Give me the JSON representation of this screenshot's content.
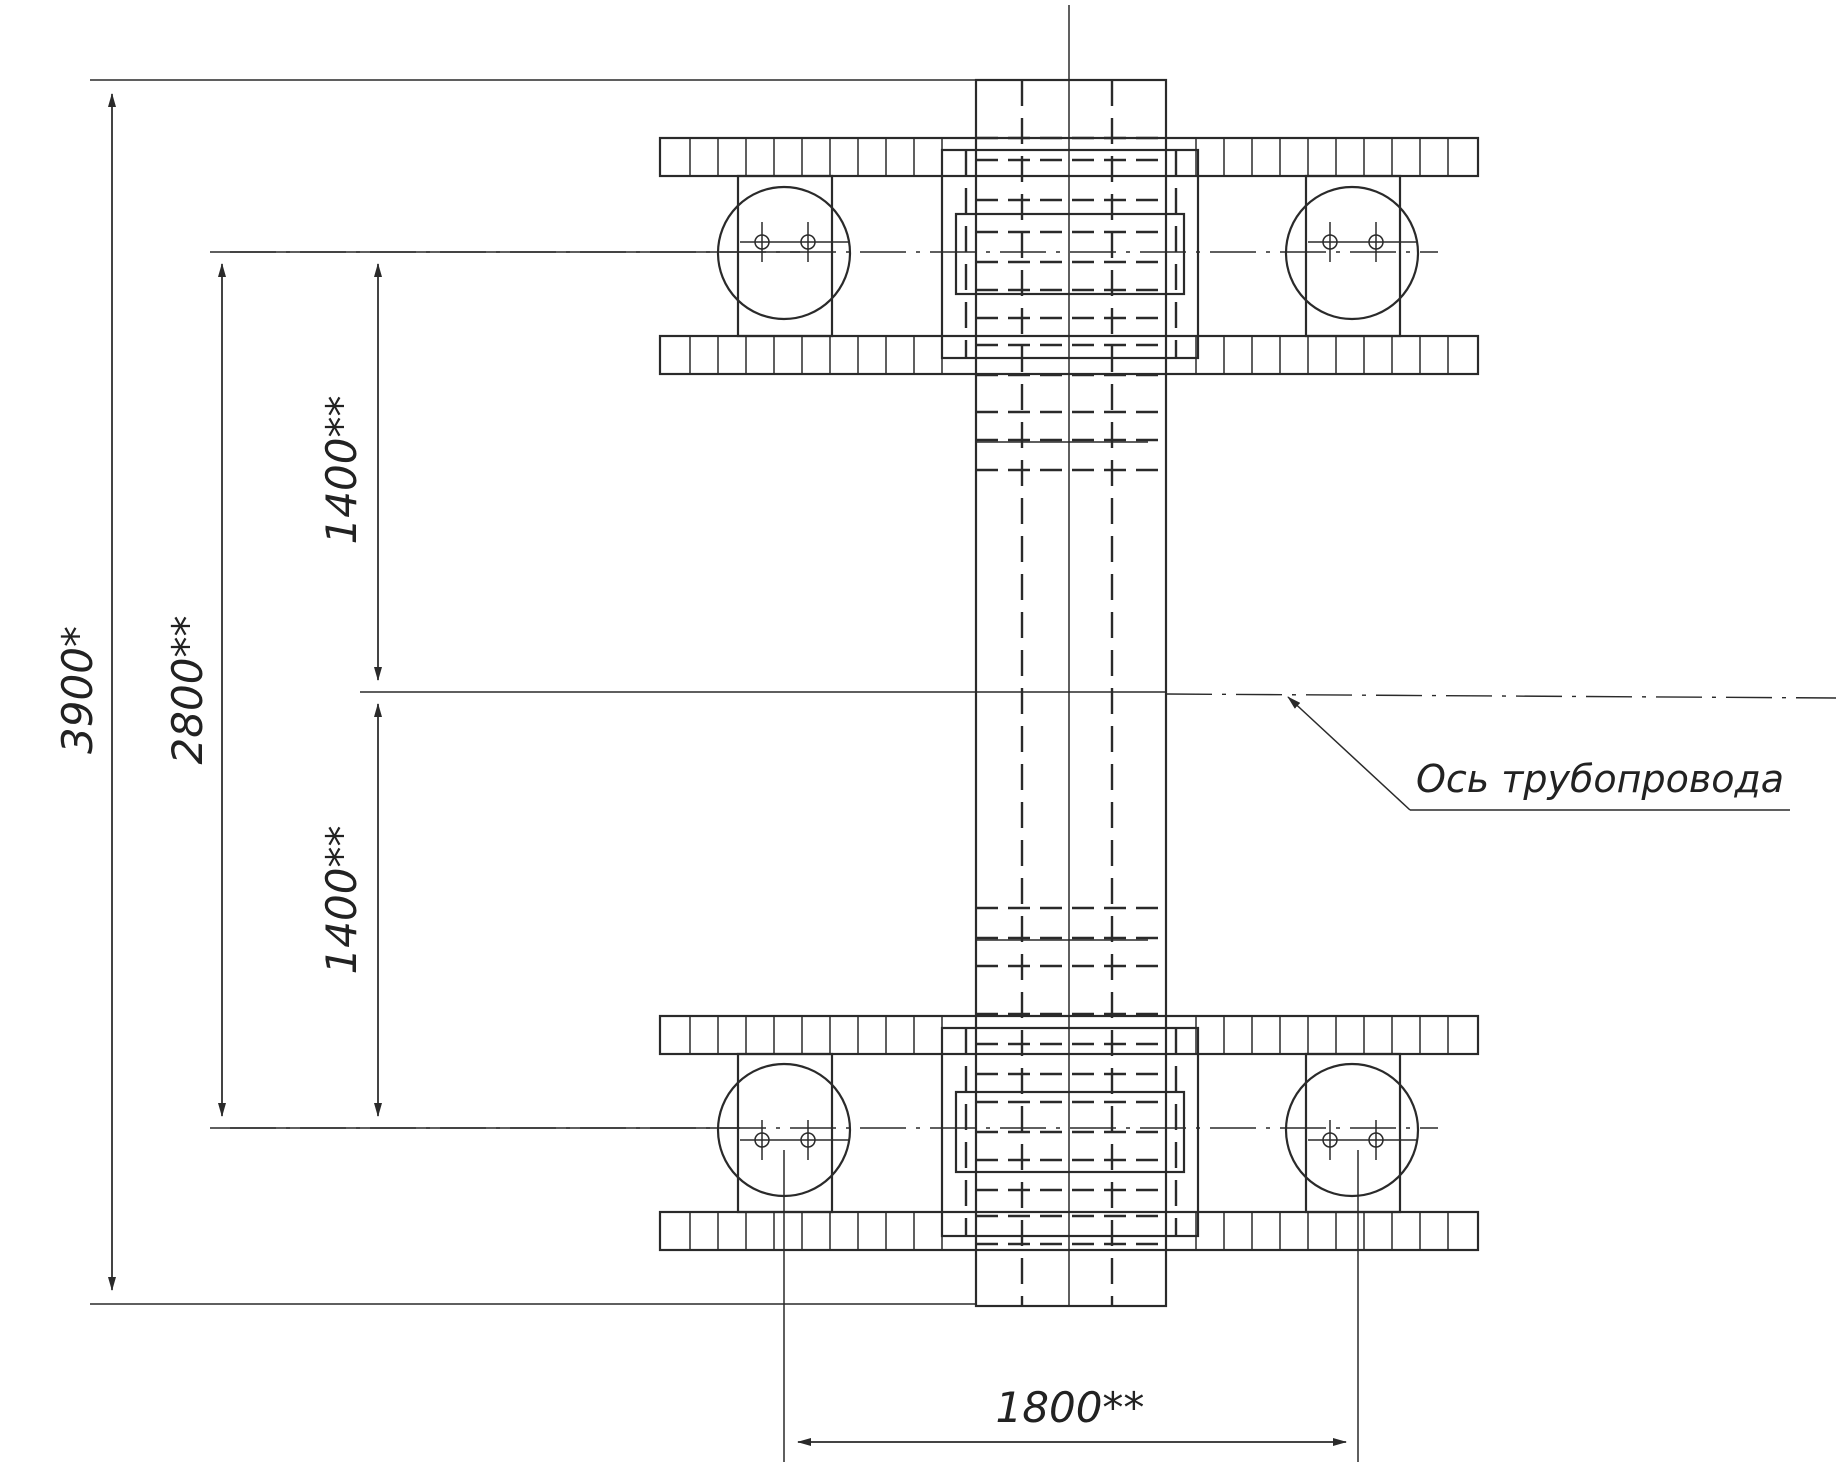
{
  "dimensions": {
    "overall_length": "3900*",
    "support_spacing": "2800**",
    "half_spacing_upper": "1400**",
    "half_spacing_lower": "1400**",
    "roller_spacing": "1800**"
  },
  "labels": {
    "pipeline_axis": "Ось трубопровода"
  }
}
